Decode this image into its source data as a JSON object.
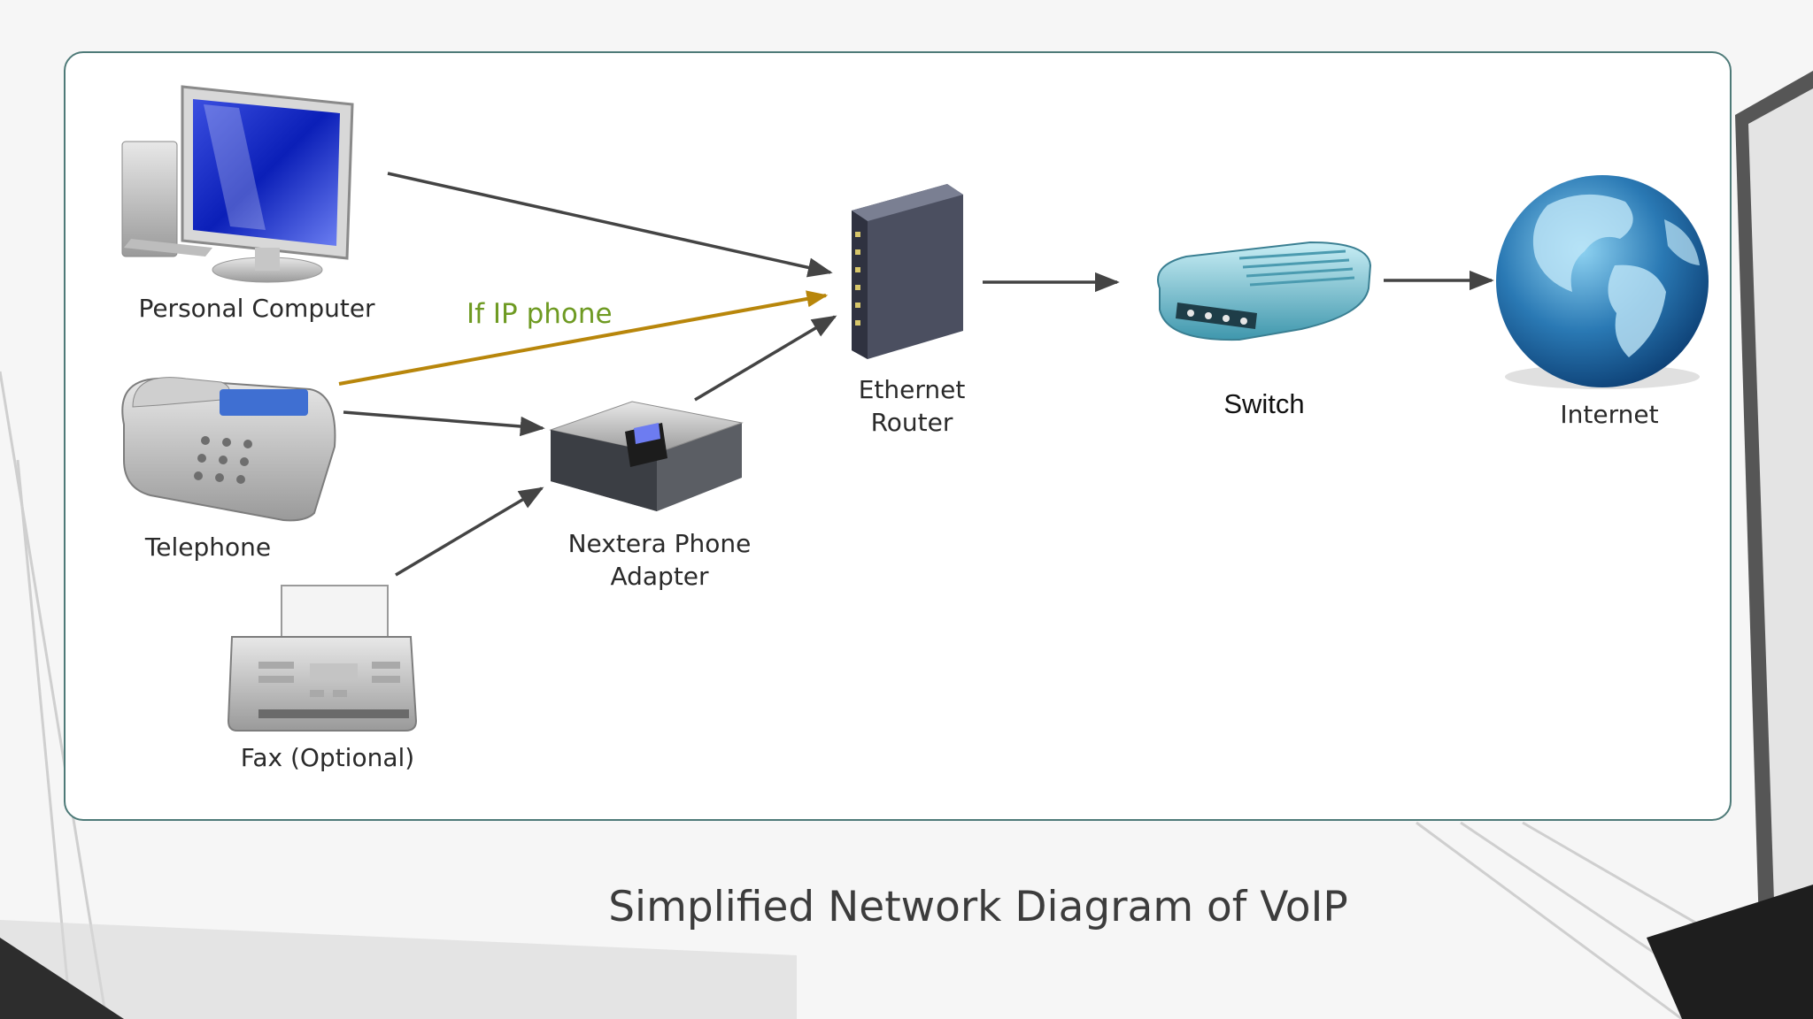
{
  "nodes": {
    "personal_computer": "Personal Computer",
    "telephone": "Telephone",
    "fax": "Fax (Optional)",
    "phone_adapter": "Nextera Phone\nAdapter",
    "router": "Ethernet\nRouter",
    "switch": "Switch",
    "internet": "Internet"
  },
  "annotation": "If IP phone",
  "caption": "Simplified Network Diagram of VoIP",
  "colors": {
    "panel_border": "#4e7a78",
    "ip_phone_line": "#b8860b",
    "ip_phone_text": "#6e9a22",
    "arrow": "#444444"
  }
}
